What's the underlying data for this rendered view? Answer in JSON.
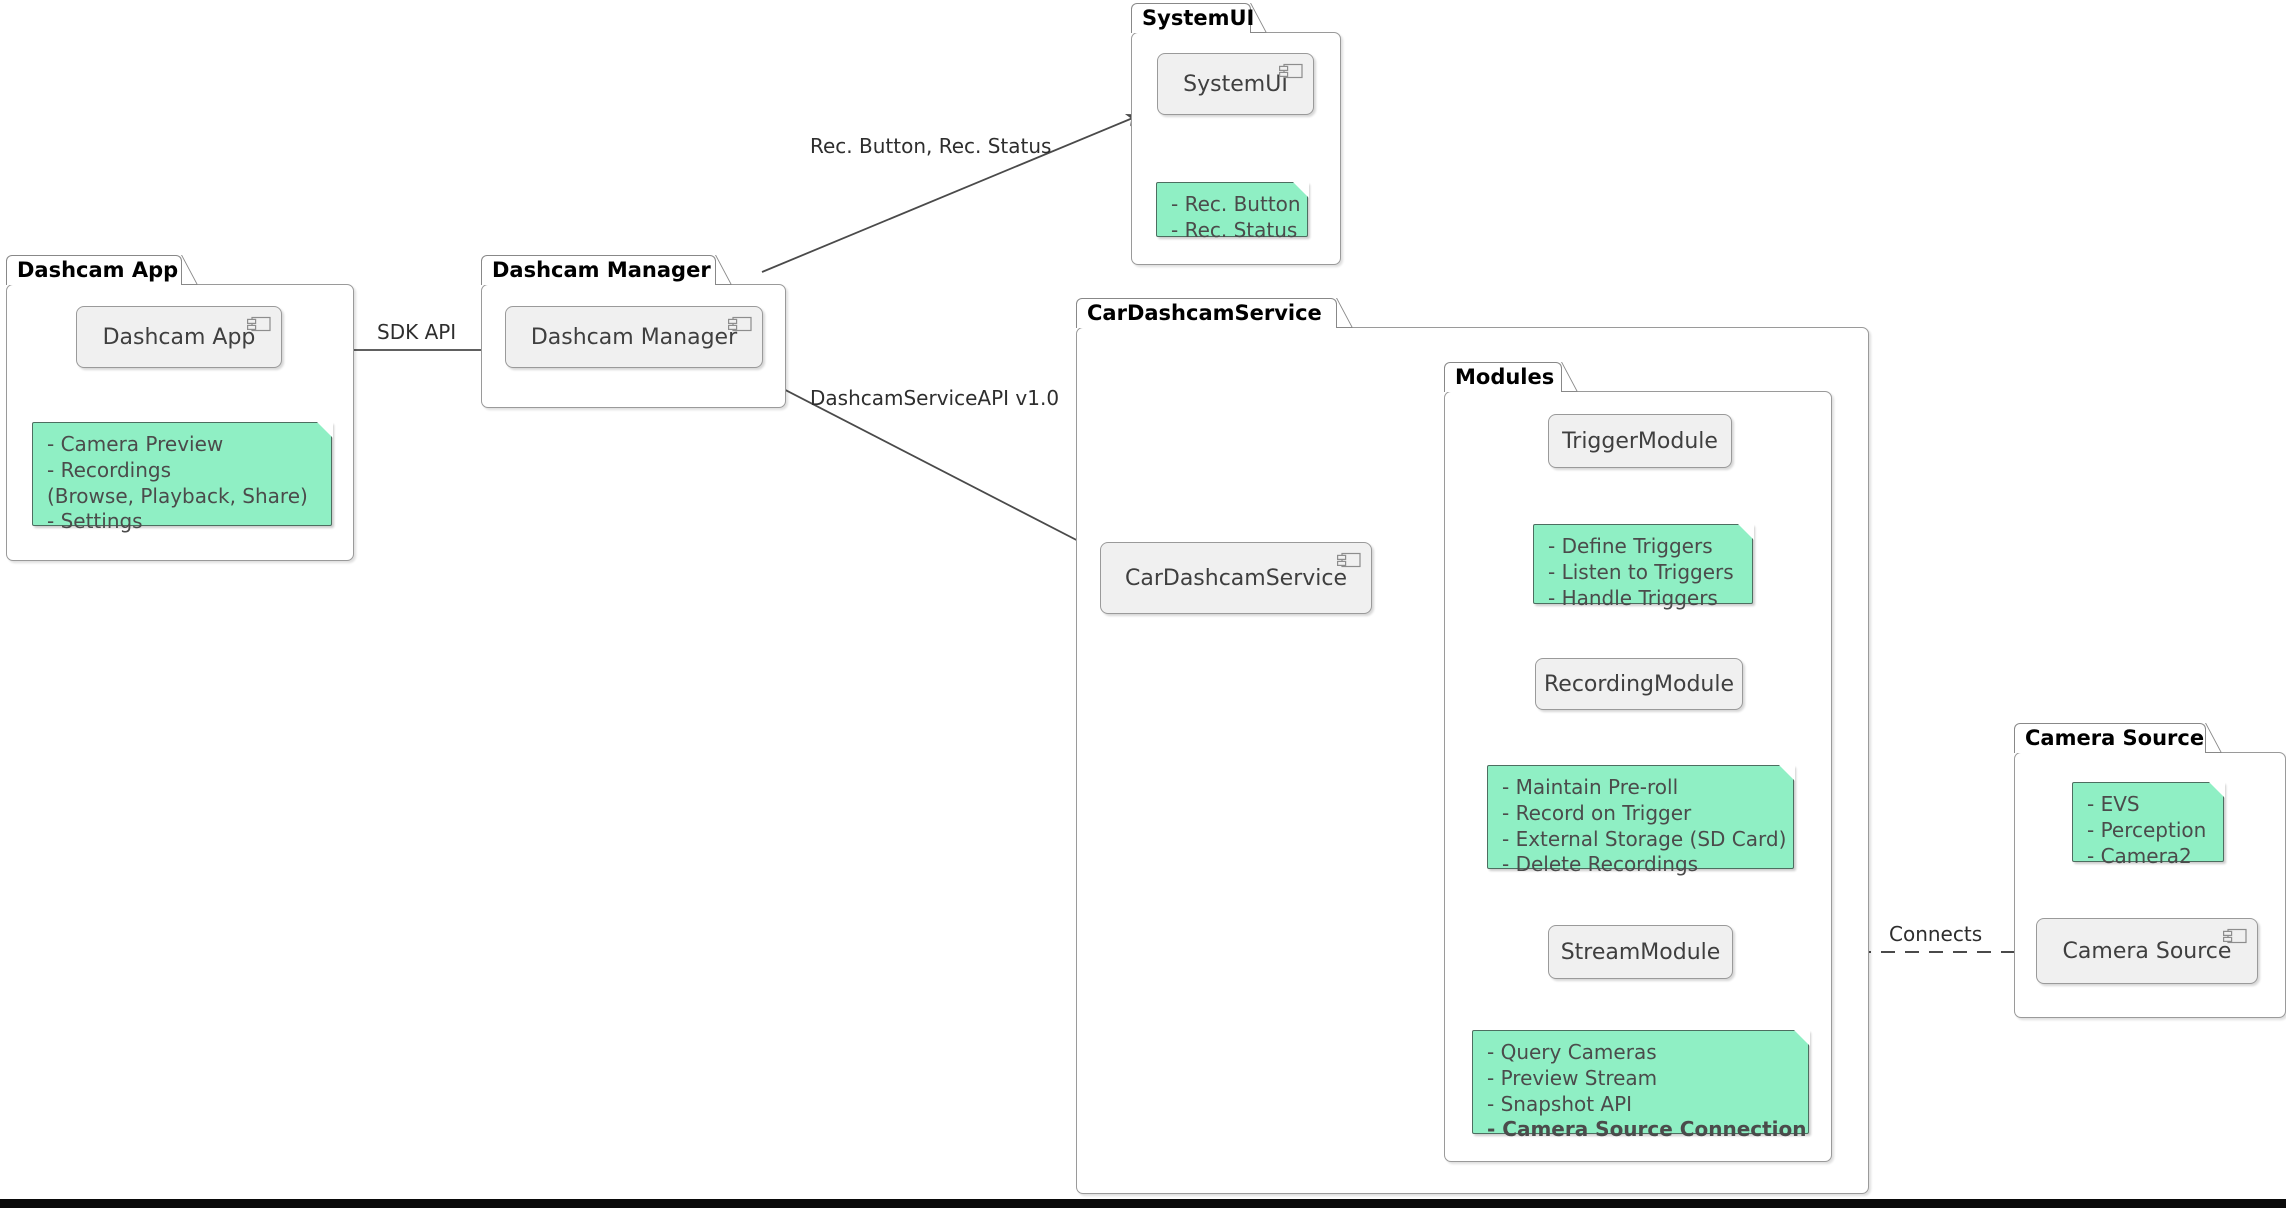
{
  "diagram": {
    "title": "Android Automotive Dashcam Architecture (UML component diagram)",
    "note_color": "#8FEFC4",
    "component_color": "#F0F0F0",
    "border_color": "#9A9A9A",
    "text_color": "#3F3F3F"
  },
  "packages": [
    {
      "id": "dashcam_app",
      "label": "Dashcam App"
    },
    {
      "id": "dashcam_manager",
      "label": "Dashcam Manager"
    },
    {
      "id": "system_ui",
      "label": "SystemUI"
    },
    {
      "id": "car_dashcam_service",
      "label": "CarDashcamService"
    },
    {
      "id": "modules",
      "label": "Modules"
    },
    {
      "id": "camera_source",
      "label": "Camera Source"
    }
  ],
  "components": [
    {
      "id": "dashcam_app_comp",
      "label": "Dashcam App",
      "icon": "component-icon"
    },
    {
      "id": "dashcam_manager_comp",
      "label": "Dashcam Manager",
      "icon": "component-icon"
    },
    {
      "id": "system_ui_comp",
      "label": "SystemUI",
      "icon": "component-icon"
    },
    {
      "id": "car_dashcam_service_comp",
      "label": "CarDashcamService",
      "icon": "component-icon"
    },
    {
      "id": "trigger_module",
      "label": "TriggerModule",
      "icon": null
    },
    {
      "id": "recording_module",
      "label": "RecordingModule",
      "icon": null
    },
    {
      "id": "stream_module",
      "label": "StreamModule",
      "icon": null
    },
    {
      "id": "camera_source_comp",
      "label": "Camera Source",
      "icon": "component-icon"
    }
  ],
  "notes": {
    "dashcam_app": {
      "lines": [
        {
          "text": "- Camera Preview",
          "bold": false
        },
        {
          "text": "- Recordings",
          "bold": false
        },
        {
          "text": "  (Browse, Playback, Share)",
          "bold": false
        },
        {
          "text": "- Settings",
          "bold": false
        }
      ]
    },
    "system_ui": {
      "lines": [
        {
          "text": "- Rec. Button",
          "bold": false
        },
        {
          "text": "- Rec. Status",
          "bold": false
        }
      ]
    },
    "trigger_module": {
      "lines": [
        {
          "text": "- Define Triggers",
          "bold": false
        },
        {
          "text": "- Listen to Triggers",
          "bold": false
        },
        {
          "text": "- Handle Triggers",
          "bold": false
        }
      ]
    },
    "recording_module": {
      "lines": [
        {
          "text": "- Maintain Pre-roll",
          "bold": false
        },
        {
          "text": "- Record on Trigger",
          "bold": false
        },
        {
          "text": "- External Storage (SD Card)",
          "bold": false
        },
        {
          "text": "- Delete Recordings",
          "bold": false
        }
      ]
    },
    "stream_module": {
      "lines": [
        {
          "text": "- Query Cameras",
          "bold": false
        },
        {
          "text": "- Preview Stream",
          "bold": false
        },
        {
          "text": "- Snapshot API",
          "bold": false
        },
        {
          "text": "- Camera Source Connection",
          "bold": true
        }
      ]
    },
    "camera_source": {
      "lines": [
        {
          "text": "- EVS",
          "bold": false
        },
        {
          "text": "- Perception",
          "bold": false
        },
        {
          "text": "- Camera2",
          "bold": false
        }
      ]
    }
  },
  "edges": [
    {
      "id": "sdk_api",
      "label": "SDK API",
      "from": "Dashcam App",
      "to": "Dashcam Manager",
      "style": "solid-arrow"
    },
    {
      "id": "rec_button_status",
      "label": "Rec. Button, Rec. Status",
      "from": "Dashcam Manager",
      "to": "SystemUI",
      "style": "solid-arrow"
    },
    {
      "id": "dashcam_service_api",
      "label": "DashcamServiceAPI v1.0",
      "from": "Dashcam Manager",
      "to": "CarDashcamService",
      "style": "solid-arrow"
    },
    {
      "id": "to_trigger",
      "label": "",
      "from": "CarDashcamService",
      "to": "TriggerModule",
      "style": "solid-arrow"
    },
    {
      "id": "to_recording",
      "label": "",
      "from": "CarDashcamService",
      "to": "RecordingModule",
      "style": "solid-arrow"
    },
    {
      "id": "to_stream",
      "label": "",
      "from": "CarDashcamService",
      "to": "StreamModule",
      "style": "solid-arrow"
    },
    {
      "id": "connects",
      "label": "Connects",
      "from": "StreamModule",
      "to": "Camera Source",
      "style": "dashed"
    }
  ]
}
